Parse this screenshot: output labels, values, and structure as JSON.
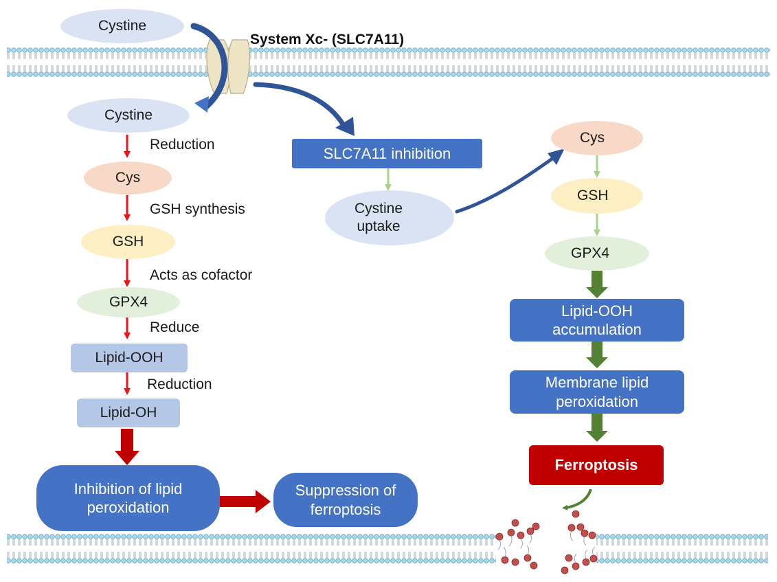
{
  "transporter_label": "System Xc- (SLC7A11)",
  "left_pathway": {
    "cystine_out": "Cystine",
    "cystine_in": "Cystine",
    "cys": "Cys",
    "gsh": "GSH",
    "gpx4": "GPX4",
    "lipid_ooh": "Lipid-OOH",
    "lipid_oh": "Lipid-OH",
    "steps": [
      "Reduction",
      "GSH synthesis",
      "Acts as cofactor",
      "Reduce",
      "Reduction"
    ],
    "inhibition": "Inhibition of lipid peroxidation",
    "suppression": "Suppression of ferroptosis"
  },
  "middle_pathway": {
    "inhibition": "SLC7A11 inhibition",
    "uptake": "Cystine uptake"
  },
  "right_pathway": {
    "cys": "Cys",
    "gsh": "GSH",
    "gpx4": "GPX4",
    "accumulation": "Lipid-OOH accumulation",
    "peroxidation": "Membrane lipid peroxidation",
    "ferroptosis": "Ferroptosis"
  },
  "colors": {
    "blue_box": "#4472c4",
    "lavender_box": "#b4c7e7",
    "red_arrow": "#e8161c",
    "dark_red_arrow": "#c00000",
    "green_arrow": "#548235",
    "light_green_arrow": "#a9d18e",
    "ferroptosis_box": "#c00000",
    "cystine_ellipse": "#dae3f3",
    "cys_ellipse": "#f8d9c8",
    "gsh_ellipse": "#fdeec4",
    "gpx4_ellipse": "#e2efda"
  }
}
